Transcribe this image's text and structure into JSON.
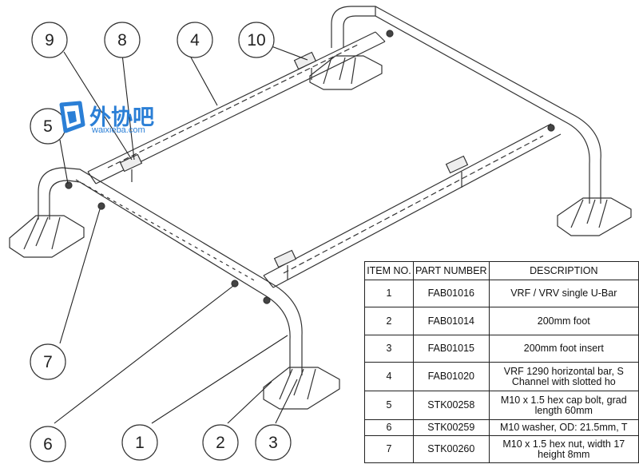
{
  "watermark": {
    "text": "外协吧",
    "url": "waixieba.com"
  },
  "callouts": [
    {
      "id": "c9",
      "label": "9"
    },
    {
      "id": "c8",
      "label": "8"
    },
    {
      "id": "c4",
      "label": "4"
    },
    {
      "id": "c10",
      "label": "10"
    },
    {
      "id": "c5",
      "label": "5"
    },
    {
      "id": "c7",
      "label": "7"
    },
    {
      "id": "c6",
      "label": "6"
    },
    {
      "id": "c1",
      "label": "1"
    },
    {
      "id": "c2",
      "label": "2"
    },
    {
      "id": "c3",
      "label": "3"
    }
  ],
  "bom": {
    "headers": {
      "item": "ITEM NO.",
      "part": "PART NUMBER",
      "desc": "DESCRIPTION"
    },
    "rows": [
      {
        "item": "1",
        "part": "FAB01016",
        "desc": "VRF / VRV single U-Bar"
      },
      {
        "item": "2",
        "part": "FAB01014",
        "desc": "200mm foot"
      },
      {
        "item": "3",
        "part": "FAB01015",
        "desc": "200mm foot insert"
      },
      {
        "item": "4",
        "part": "FAB01020",
        "desc": "VRF 1290 horizontal bar, S Channel with slotted ho"
      },
      {
        "item": "5",
        "part": "STK00258",
        "desc": "M10 x 1.5 hex cap bolt, grad length 60mm"
      },
      {
        "item": "6",
        "part": "STK00259",
        "desc": "M10 washer, OD: 21.5mm, T"
      },
      {
        "item": "7",
        "part": "STK00260",
        "desc": "M10 x 1.5 hex nut, width 17 height 8mm"
      }
    ]
  }
}
